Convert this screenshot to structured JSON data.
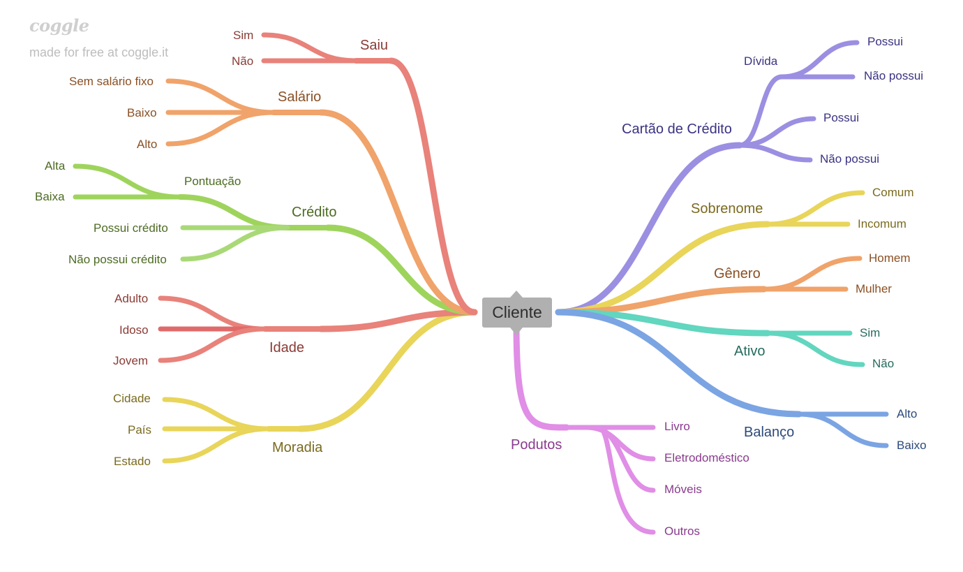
{
  "brand": {
    "logo": "coggle",
    "tagline": "made for free at coggle.it"
  },
  "center": {
    "label": "Cliente"
  },
  "colors": {
    "red": "#e8827a",
    "orange": "#f0a36a",
    "green": "#9ed45c",
    "lightgreen": "#a9d977",
    "yellow": "#e8d55a",
    "purple": "#9b8fe2",
    "violet": "#e08ee6",
    "teal": "#62d6bf",
    "blue": "#7ba4e3",
    "idoso": "#e06a6a"
  },
  "left": {
    "saiu": {
      "label": "Saiu",
      "children": [
        "Sim",
        "Não"
      ]
    },
    "salario": {
      "label": "Salário",
      "children": [
        "Sem salário fixo",
        "Baixo",
        "Alto"
      ]
    },
    "credito": {
      "label": "Crédito",
      "pontuacao": {
        "label": "Pontuação",
        "children": [
          "Alta",
          "Baixa"
        ]
      },
      "children": [
        "Possui crédito",
        "Não possui crédito"
      ]
    },
    "idade": {
      "label": "Idade",
      "children": [
        "Adulto",
        "Idoso",
        "Jovem"
      ]
    },
    "moradia": {
      "label": "Moradia",
      "children": [
        "Cidade",
        "País",
        "Estado"
      ]
    }
  },
  "right": {
    "cartao": {
      "label": "Cartão de Crédito",
      "divida": {
        "label": "Dívida",
        "children": [
          "Possui",
          "Não possui"
        ]
      },
      "children": [
        "Possui",
        "Não possui"
      ]
    },
    "sobrenome": {
      "label": "Sobrenome",
      "children": [
        "Comum",
        "Incomum"
      ]
    },
    "genero": {
      "label": "Gênero",
      "children": [
        "Homem",
        "Mulher"
      ]
    },
    "ativo": {
      "label": "Ativo",
      "children": [
        "Sim",
        "Não"
      ]
    },
    "balanco": {
      "label": "Balanço",
      "children": [
        "Alto",
        "Baixo"
      ]
    },
    "produtos": {
      "label": "Podutos",
      "children": [
        "Livro",
        "Eletrodoméstico",
        "Móveis",
        "Outros"
      ]
    }
  }
}
